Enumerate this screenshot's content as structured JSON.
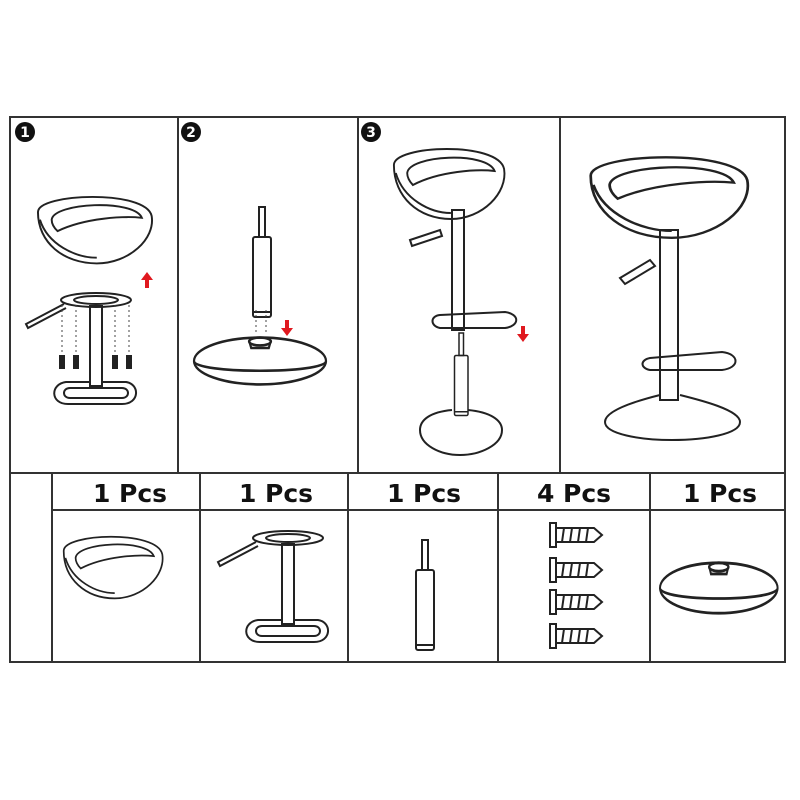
{
  "steps": [
    {
      "number": "1"
    },
    {
      "number": "2"
    },
    {
      "number": "3"
    }
  ],
  "parts": [
    {
      "quantity": "1 Pcs",
      "part": "seat"
    },
    {
      "quantity": "1 Pcs",
      "part": "frame-with-footrest"
    },
    {
      "quantity": "1 Pcs",
      "part": "gas-lift"
    },
    {
      "quantity": "4 Pcs",
      "part": "screws"
    },
    {
      "quantity": "1 Pcs",
      "part": "base"
    }
  ],
  "colors": {
    "arrow": "#e0191f",
    "line": "#222222"
  }
}
